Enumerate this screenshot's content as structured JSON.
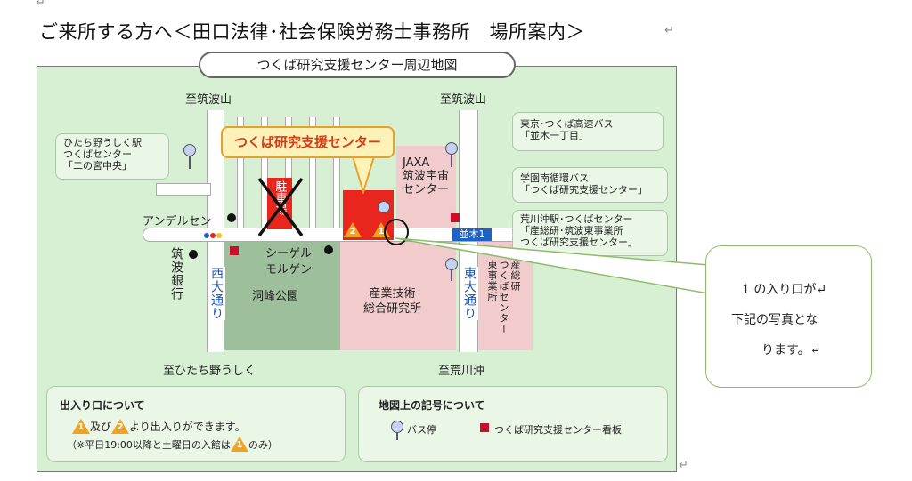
{
  "heading": "ご来所する方へ＜田口法律･社会保険労務士事務所　場所案内＞",
  "para_mark": "↵",
  "map": {
    "title": "つくば研究支援センター周辺地図",
    "callout": "つくば研究支援センター",
    "labels": {
      "north_left": "至筑波山",
      "north_right": "至筑波山",
      "south_left": "至ひたち野うしく",
      "south_right": "至荒川沖",
      "anderusen": "アンデルセン",
      "siegel": "シーゲル",
      "morgen": "モルゲン",
      "dobo_park": "洞峰公園",
      "aist": "産業技術\n総合研究所",
      "jaxa": "JAXA\n筑波宇宙\nセンター",
      "namiki": "並木1",
      "parking": "駐車場",
      "tsukuba_bank": "筑波銀行",
      "nishi_odori": "西大通り",
      "higashi_odori": "東大通り",
      "aist_east": "産総研\nつくばセンター\n東事業所"
    },
    "bus_boxes": [
      "ひたち野うしく駅\nつくばセンター\n「二の宮中央」",
      "東京･つくば高速バス\n「並木一丁目」",
      "学園南循環バス\n「つくば研究支援センター」",
      "荒川沖駅･つくばセンター\n「産総研･筑波東事業所\nつくば研究支援センター」"
    ],
    "entrance_numbers": [
      "2",
      "1"
    ]
  },
  "legend": {
    "entrance_title": "出入り口について",
    "entrance_line1_a": "1",
    "entrance_line1_mid": " 及び ",
    "entrance_line1_b": "2",
    "entrance_line1_end": " より出入りができます。",
    "entrance_line2_pre": "（※平日19:00以降と土曜日の入館は ",
    "entrance_line2_num": "1",
    "entrance_line2_end": " のみ）",
    "symbols_title": "地図上の記号について",
    "bus_stop": "バス停",
    "sign": "つくば研究支援センター看板"
  },
  "bubble": {
    "line1": "1 の入り口が↵",
    "line2": "下記の写真とな",
    "line3": "ります。↵"
  },
  "colors": {
    "map_bg": "#d7f0d3",
    "pink": "#f2cccc",
    "park": "#9ebf9b",
    "building_red": "#e8261e",
    "triangle": "#f3a21c"
  }
}
